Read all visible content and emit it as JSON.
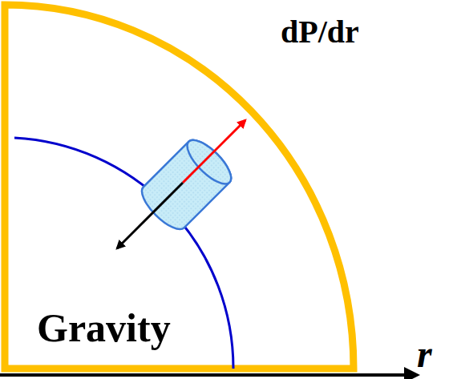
{
  "diagram": {
    "labels": [
      "dP/dr",
      "Gravity",
      "r"
    ]
  }
}
